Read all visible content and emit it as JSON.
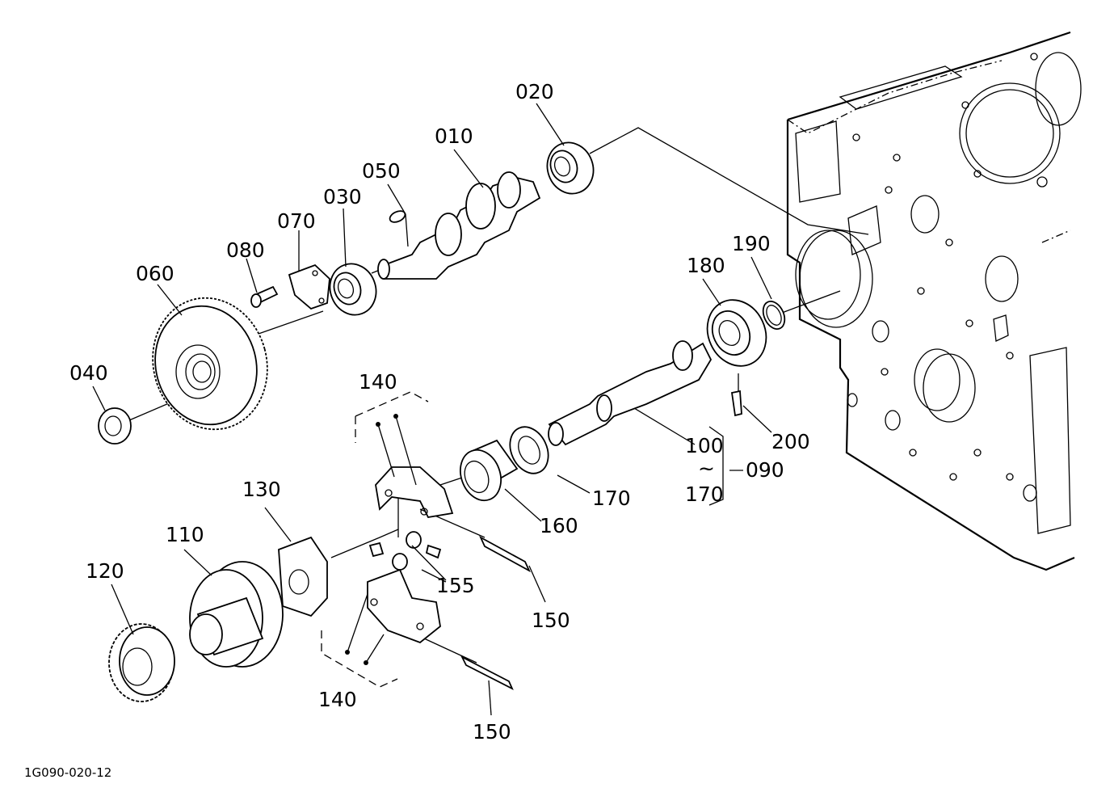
{
  "diagram": {
    "drawing_code": "1G090-020-12",
    "part_labels": {
      "p010": "010",
      "p020": "020",
      "p030": "030",
      "p040": "040",
      "p050": "050",
      "p060": "060",
      "p070": "070",
      "p080": "080",
      "p090": "090",
      "p100": "100",
      "range_sep": "~",
      "p110": "110",
      "p120": "120",
      "p130": "130",
      "p140_top": "140",
      "p140_bottom": "140",
      "p150_top": "150",
      "p150_bottom": "150",
      "p155": "155",
      "p160": "160",
      "p170": "170",
      "p170_range": "170",
      "p180": "180",
      "p190": "190",
      "p200": "200"
    }
  }
}
